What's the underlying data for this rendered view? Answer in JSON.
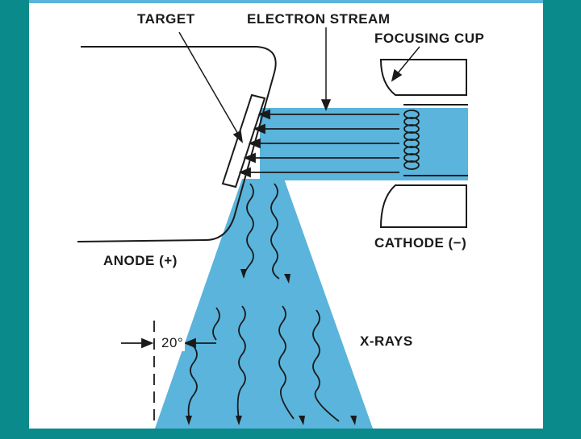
{
  "labels": {
    "target": "TARGET",
    "electron_stream": "ELECTRON STREAM",
    "focusing_cup": "FOCUSING CUP",
    "cathode": "CATHODE (−)",
    "anode": "ANODE (+)",
    "xrays": "X-RAYS",
    "angle": "20°"
  },
  "colors": {
    "background_frame": "#0a8a8a",
    "panel": "#ffffff",
    "beam": "#5ab4dc",
    "lines": "#1a1a1a"
  }
}
